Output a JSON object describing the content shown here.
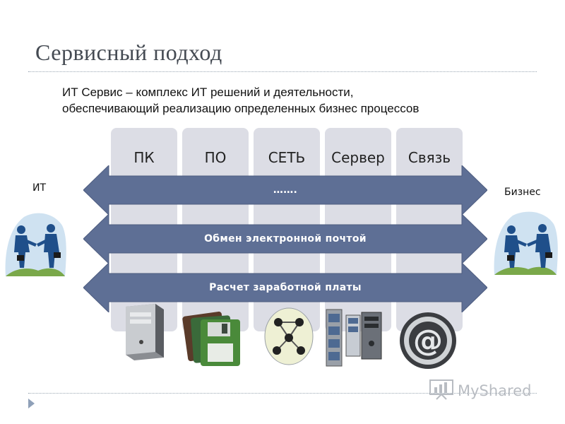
{
  "slide": {
    "title": "Сервисный подход",
    "definition_line1": "ИТ Сервис – комплекс ИТ решений  и деятельности,",
    "definition_line2": "обеспечивающий реализацию определенных бизнес процессов"
  },
  "columns": [
    {
      "label": "ПК",
      "icon": "pc-tower-icon"
    },
    {
      "label": "ПО",
      "icon": "floppy-disks-icon"
    },
    {
      "label": "СЕТЬ",
      "icon": "network-icon"
    },
    {
      "label": "Сервер",
      "icon": "server-rack-icon"
    },
    {
      "label": "Связь",
      "icon": "at-sign-icon"
    }
  ],
  "arrows": [
    {
      "label": "……."
    },
    {
      "label": "Обмен электронной почтой"
    },
    {
      "label": "Расчет заработной платы"
    }
  ],
  "sides": {
    "left_label": "ИТ",
    "right_label": "Бизнес",
    "left_icon": "handshake-icon",
    "right_icon": "handshake-icon"
  },
  "colors": {
    "arrow_fill": "#5e6f95",
    "column_fill": "#dcdde5",
    "title": "#444a52"
  },
  "watermark": {
    "text": "MyShared",
    "icon": "myshared-logo-icon"
  }
}
